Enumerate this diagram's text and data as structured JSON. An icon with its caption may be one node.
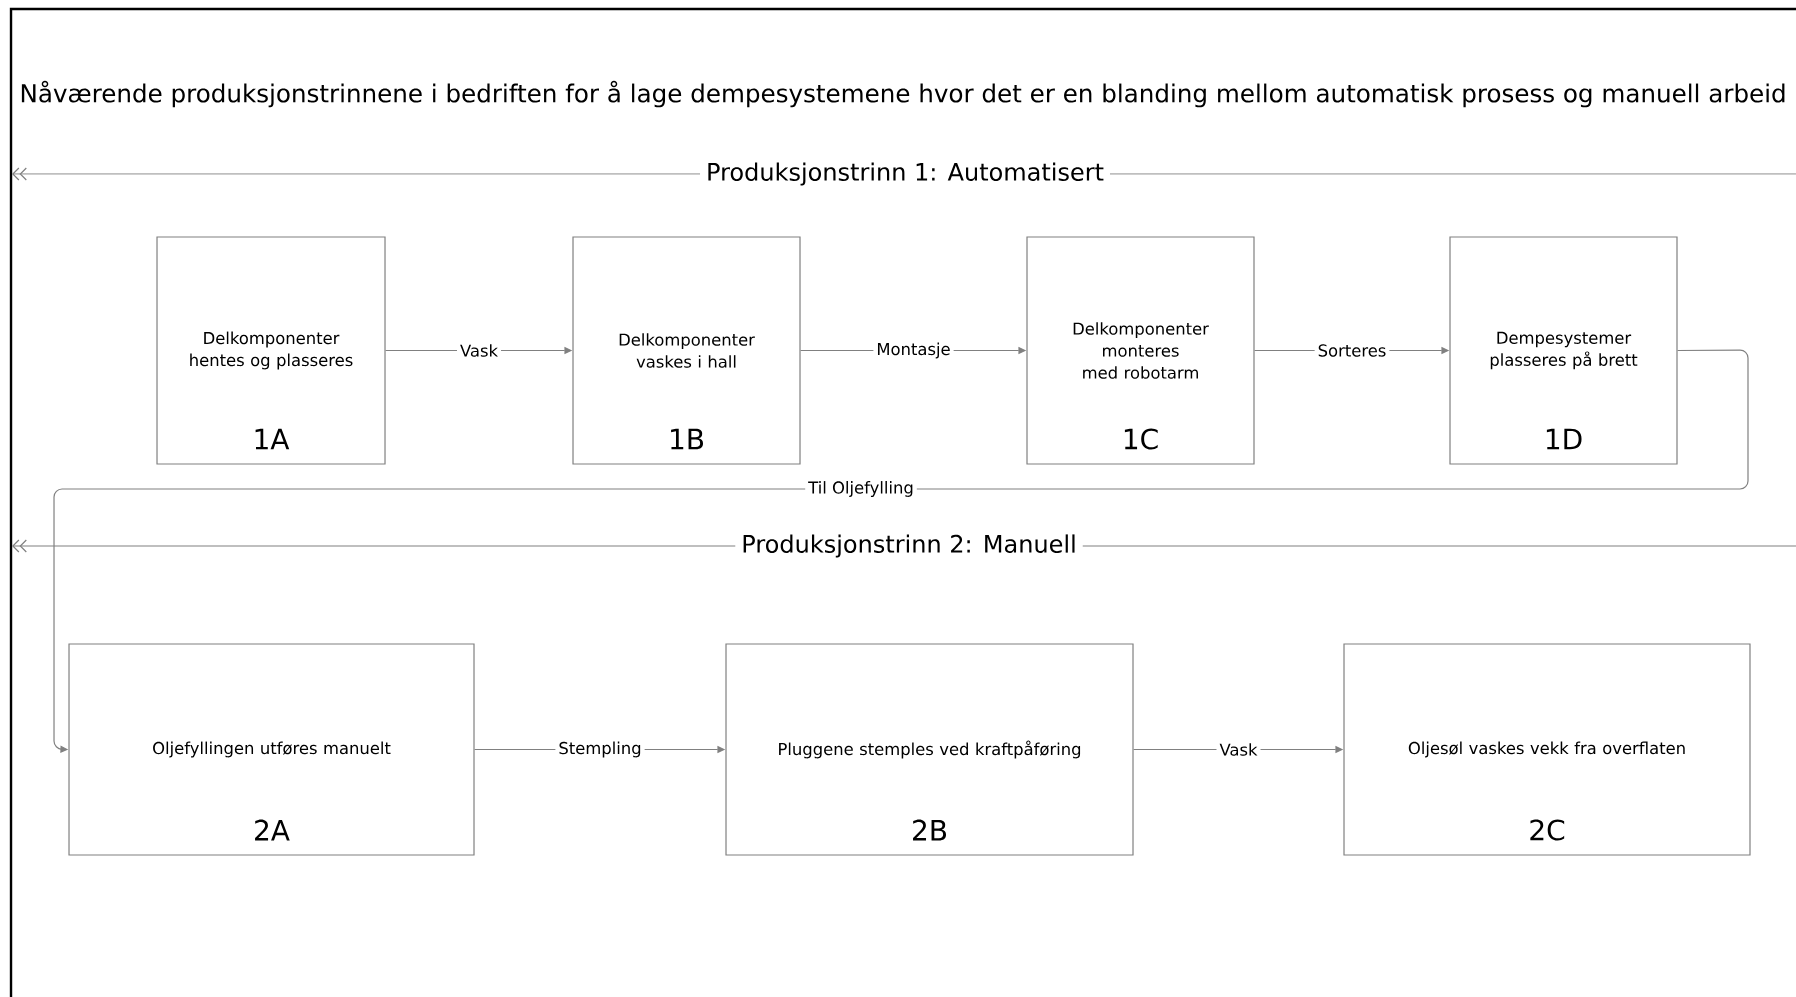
{
  "diagram": {
    "title": "Nåværende produksjonstrinnene i bedriften for å lage dempesystemene hvor det er en blanding mellom automatisk prosess og manuell arbeid",
    "nodes": [
      {
        "text": [
          "Delkomponenter hentes og plasseres",
          "1A"
        ]
      },
      {
        "text": [
          "Delkomponenter vaskes i hall",
          "1B"
        ]
      },
      {
        "text": [
          "Delkomponenter monteres med robotarm",
          "1C"
        ]
      },
      {
        "text": [
          "Dempesystemer plasseres på brett",
          "1D"
        ]
      },
      {
        "text": [
          "Oljefyllingen utføres manuelt",
          "2A"
        ]
      },
      {
        "text": [
          "Pluggene stemples ved kraftpåføring",
          "2B"
        ]
      },
      {
        "text": [
          "Oljesøl vaskes vekk fra overflaten",
          "2C"
        ]
      }
    ],
    "edges": [
      {
        "from": 0,
        "to": 1,
        "arrow": "to",
        "label": "Vask"
      },
      {
        "from": 1,
        "to": 2,
        "arrow": "to",
        "label": "Montasje"
      },
      {
        "from": 2,
        "to": 3,
        "arrow": "to",
        "label": "Sorteres"
      },
      {
        "from": 3,
        "to": 4,
        "arrow": "to",
        "label": "Til Oljefylling"
      },
      {
        "from": 4,
        "to": 5,
        "arrow": "to",
        "label": "Stempling"
      },
      {
        "from": 5,
        "to": 6,
        "arrow": "to",
        "label": "Vask"
      }
    ],
    "labels": [
      "Produksjonstrinn 1: Automatisert",
      "Produksjonstrinn 2: Manuell"
    ]
  }
}
